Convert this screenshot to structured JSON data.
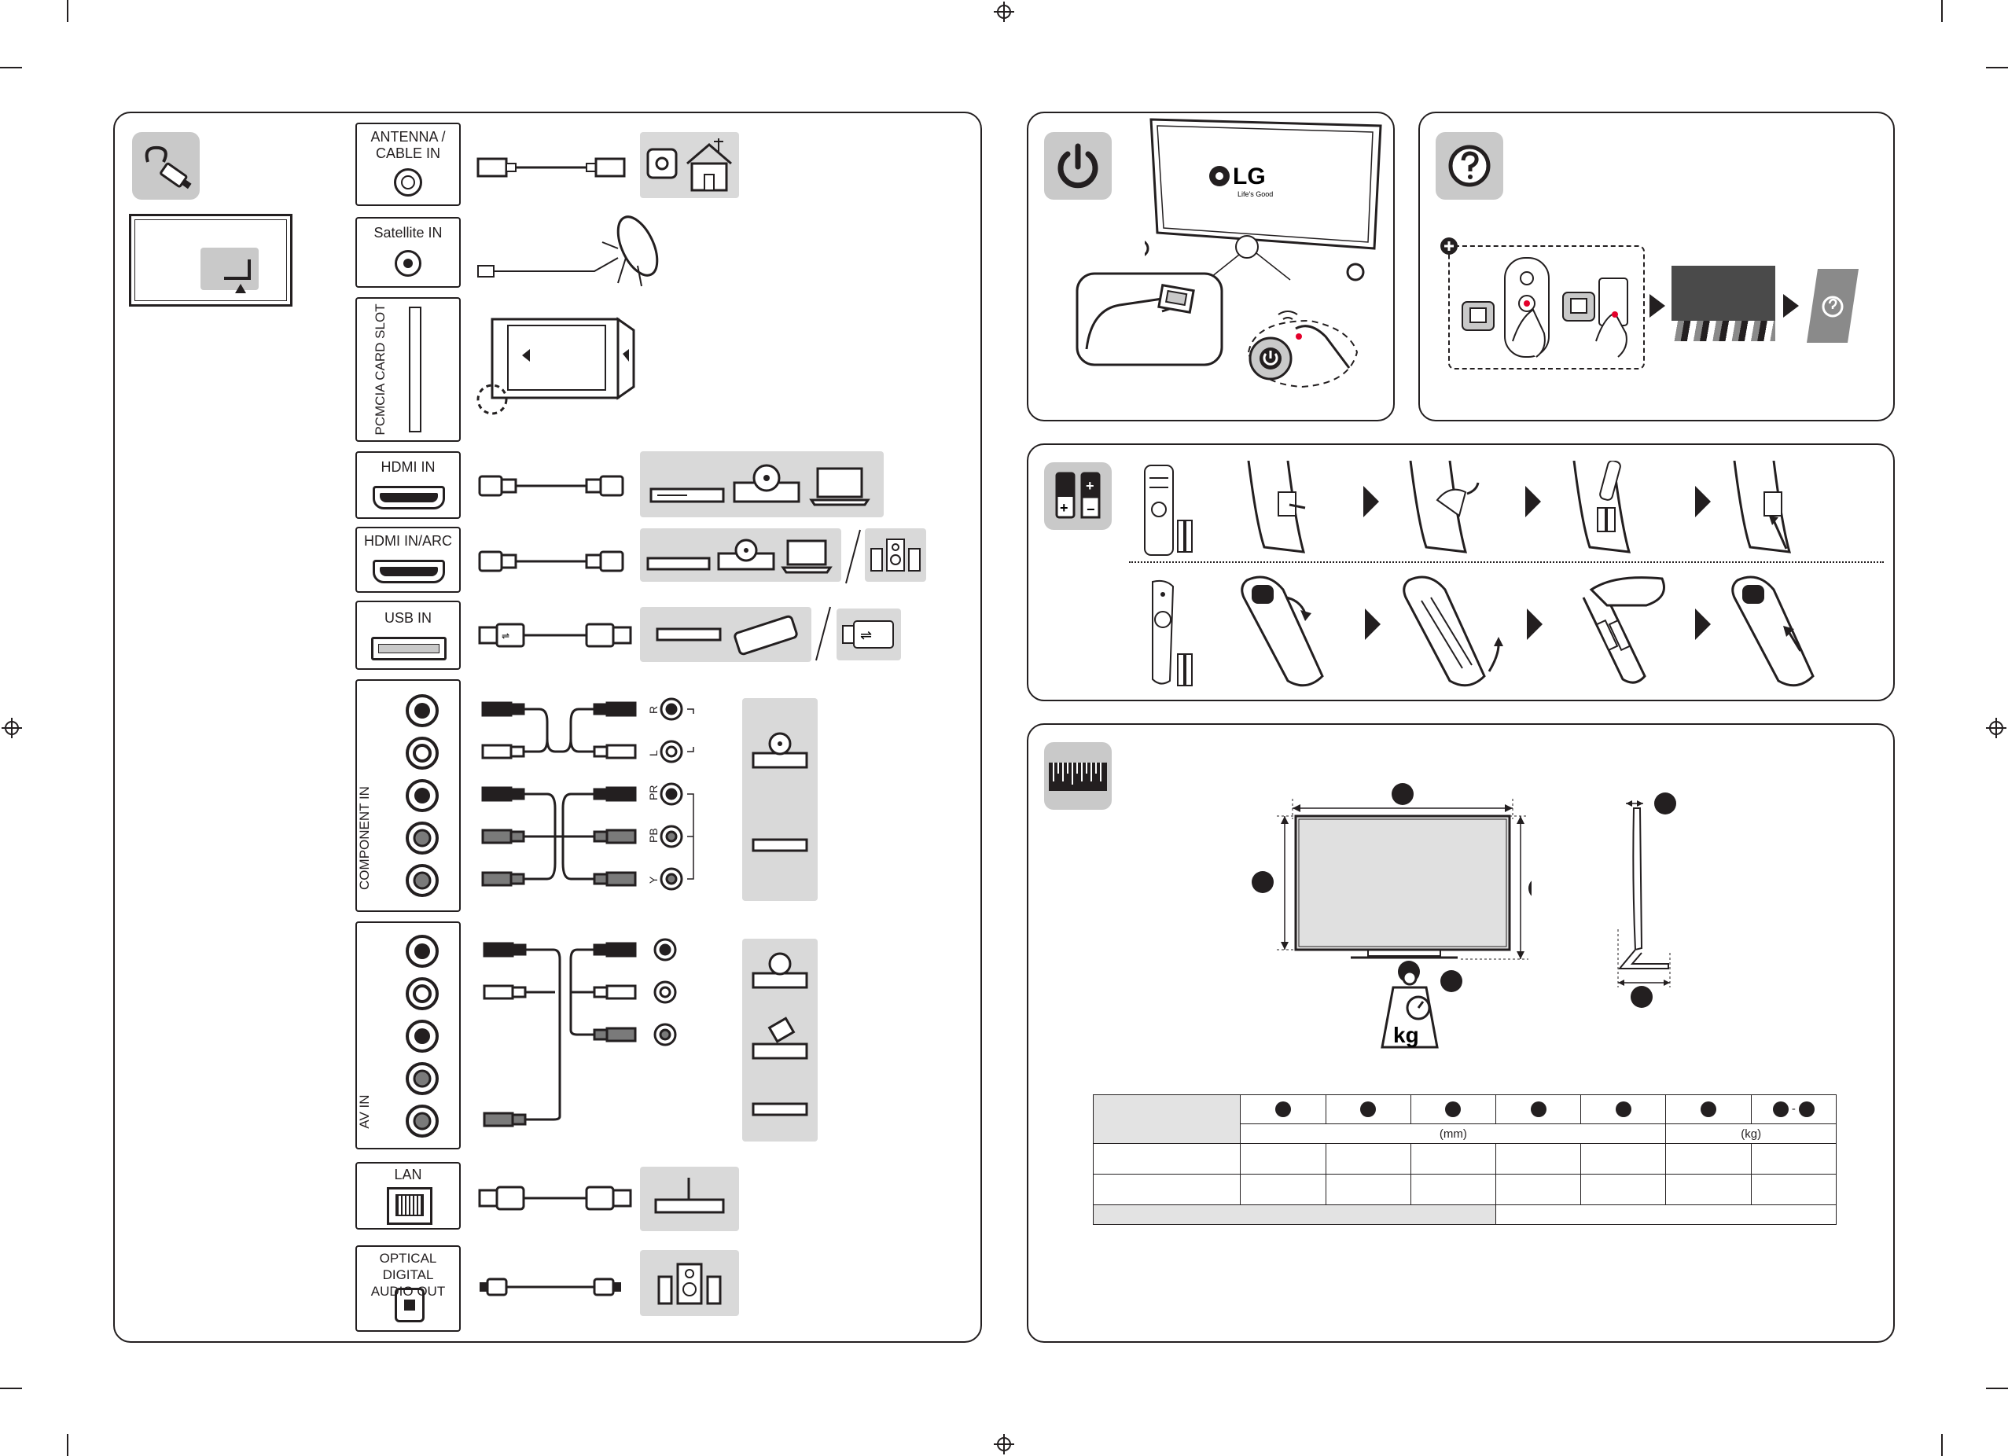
{
  "connections": {
    "ports": {
      "antenna": "ANTENNA /\nCABLE IN",
      "satellite": "Satellite IN",
      "pcmcia": "PCMCIA CARD SLOT",
      "hdmi": "HDMI IN",
      "hdmi_arc": "HDMI IN/ARC",
      "usb": "USB IN",
      "component": "COMPONENT IN",
      "av": "AV IN",
      "lan": "LAN",
      "optical": "OPTICAL DIGITAL\nAUDIO OUT"
    },
    "component_channels": [
      "R",
      "L",
      "PR",
      "PB",
      "Y"
    ]
  },
  "power": {
    "logo": "LG",
    "tagline": "Life's Good"
  },
  "dimensions": {
    "weight_unit": "kg",
    "table": {
      "unit_mm": "(mm)",
      "unit_kg": "(kg)",
      "col_separator": "-"
    }
  },
  "colors": {
    "ink": "#231f20",
    "icon_bg": "#c9c9c9",
    "device_bg": "#d9d9d9",
    "accent_red": "#e4002b"
  }
}
